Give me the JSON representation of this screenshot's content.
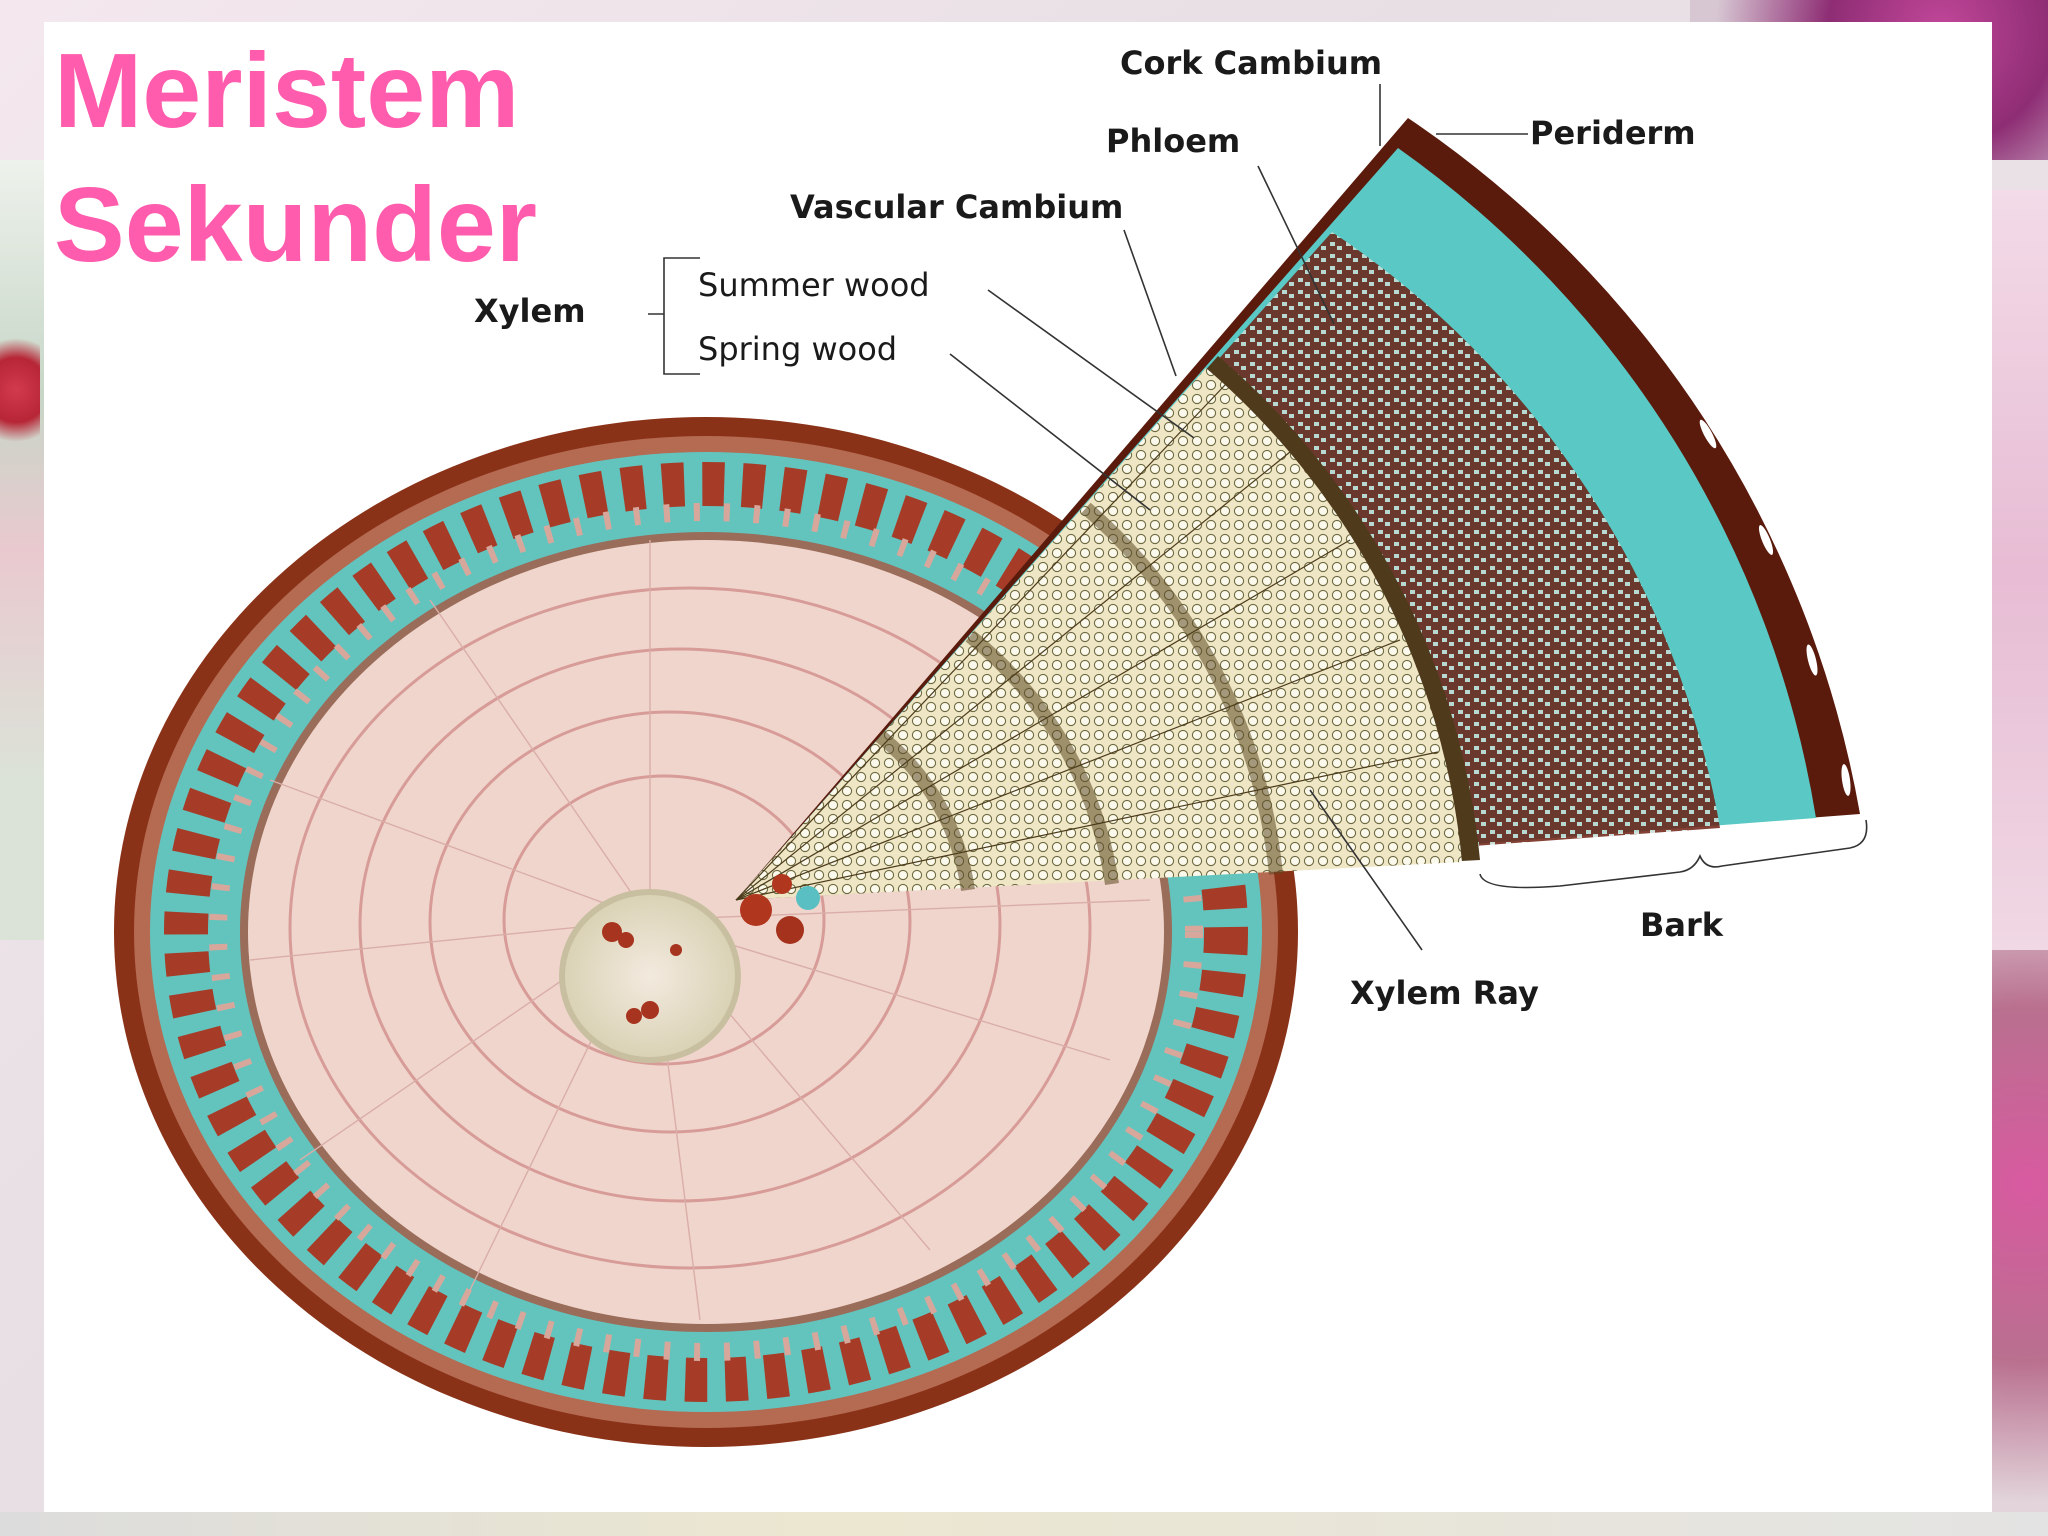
{
  "title": {
    "line1": "Meristem",
    "line2": "Sekunder"
  },
  "labels": {
    "cork_cambium": "Cork Cambium",
    "periderm": "Periderm",
    "phloem": "Phloem",
    "vascular_cambium": "Vascular Cambium",
    "xylem": "Xylem",
    "summer_wood": "Summer wood",
    "spring_wood": "Spring wood",
    "bark": "Bark",
    "xylem_ray": "Xylem Ray"
  },
  "colors": {
    "title": "#ff5cad",
    "bark_brown": "#7a2a14",
    "phloem_teal": "#5cc6c0",
    "wood_pink": "#f1d4cc",
    "wood_tan": "#ece6c4"
  }
}
